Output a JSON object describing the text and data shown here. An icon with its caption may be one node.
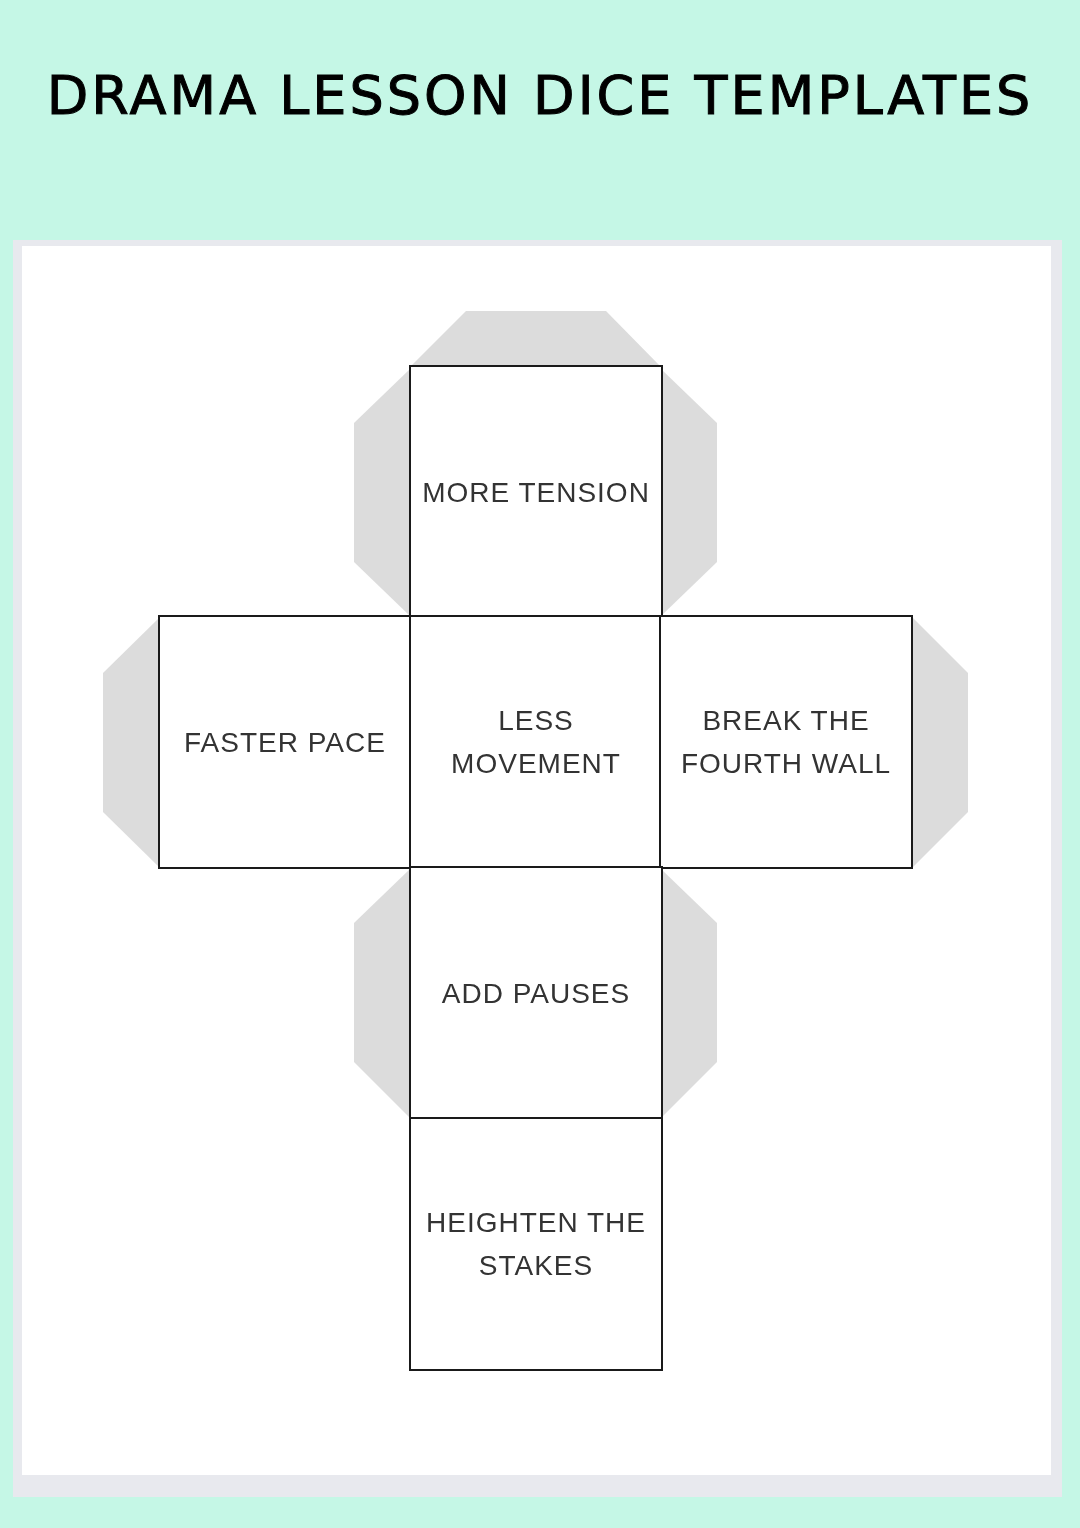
{
  "diagram": {
    "title": "DRAMA LESSON DICE TEMPLATES",
    "nodes": [
      {
        "text": [
          "MORE TENSION"
        ]
      },
      {
        "text": [
          "FASTER PACE"
        ]
      },
      {
        "text": [
          "LESS MOVEMENT"
        ]
      },
      {
        "text": [
          "BREAK THE FOURTH WALL"
        ]
      },
      {
        "text": [
          "ADD PAUSES"
        ]
      },
      {
        "text": [
          "HEIGHTEN THE STAKES"
        ]
      },
      {
        "text": [],
        "shape": "trapezoid"
      },
      {
        "text": [],
        "shape": "trapezoid"
      },
      {
        "text": [],
        "shape": "trapezoid"
      },
      {
        "text": [],
        "shape": "trapezoid"
      },
      {
        "text": [],
        "shape": "trapezoid"
      },
      {
        "text": [],
        "shape": "trapezoid"
      },
      {
        "text": [],
        "shape": "trapezoid"
      }
    ]
  }
}
